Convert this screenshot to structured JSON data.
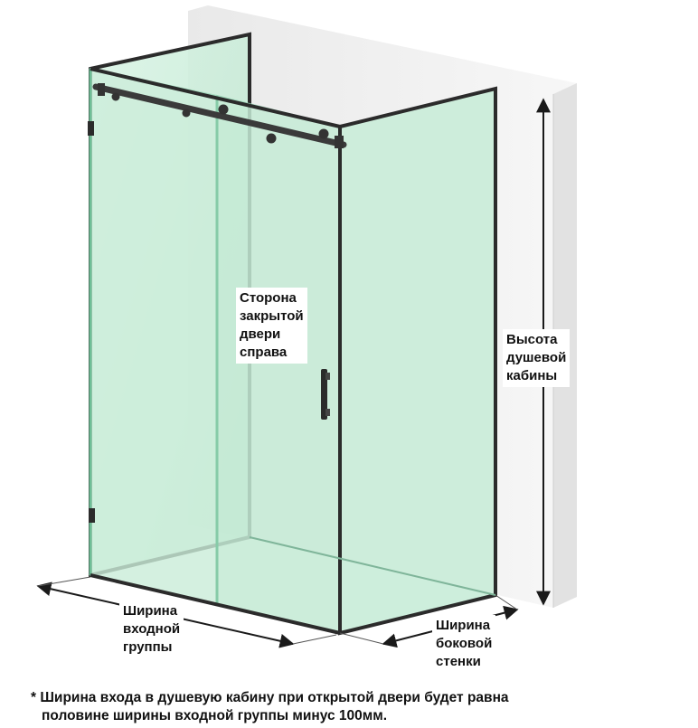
{
  "labels": {
    "closed_door_side": [
      "Сторона",
      "закрытой",
      "двери",
      "справа"
    ],
    "cabin_height": [
      "Высота",
      "душевой",
      "кабины"
    ],
    "entry_width": [
      "Ширина",
      "входной",
      "группы"
    ],
    "side_wall_width": [
      "Ширина",
      "боковой",
      "стенки"
    ]
  },
  "footnote": [
    "* Ширина входа в душевую кабину при открытой двери будет равна",
    "половине ширины входной группы минус 100мм."
  ],
  "colors": {
    "glass": "#c9ecd9",
    "glass_edge": "#8fd0b0",
    "frame": "#2b2b2b",
    "wall": "#f0f0f0",
    "wall_shadow": "#dcdcdc",
    "dimension_line": "#1a1a1a"
  }
}
